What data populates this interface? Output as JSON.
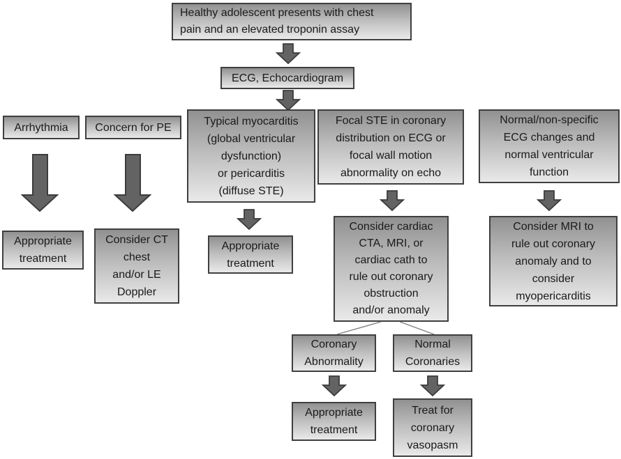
{
  "diagram": {
    "type": "flowchart",
    "colors": {
      "background": "#ffffff",
      "box_border": "#3f3f3f",
      "box_gradient_top": "#919191",
      "box_gradient_bottom": "#e9e9e9",
      "arrow_fill": "#636363",
      "arrow_outline": "#3c3c3c",
      "connector_line": "#7f7f7f",
      "text": "#1a1a1a"
    },
    "nodes": {
      "start": {
        "label": "Healthy adolescent presents with chest\npain and an elevated troponin assay"
      },
      "ecg": {
        "label": "ECG, Echocardiogram"
      },
      "arrhythmia": {
        "label": "Arrhythmia"
      },
      "concern_pe": {
        "label": "Concern for PE"
      },
      "myocarditis": {
        "label": "Typical myocarditis\n(global ventricular\ndysfunction)\nor pericarditis\n(diffuse STE)"
      },
      "focal_ste": {
        "label": "Focal STE in coronary\ndistribution on ECG or\nfocal wall motion\nabnormality on echo"
      },
      "normal_ecg": {
        "label": "Normal/non-specific\nECG changes and\nnormal ventricular\nfunction"
      },
      "treatment_arrhythmia": {
        "label": "Appropriate\ntreatment"
      },
      "ct_chest": {
        "label": "Consider CT\nchest\nand/or LE\nDoppler"
      },
      "treatment_myocarditis": {
        "label": "Appropriate\ntreatment"
      },
      "cardiac_cta": {
        "label": "Consider cardiac\nCTA, MRI, or\ncardiac cath to\nrule out coronary\nobstruction\nand/or anomaly"
      },
      "consider_mri": {
        "label": "Consider MRI to\nrule out coronary\nanomaly and to\nconsider\nmyopericarditis"
      },
      "coronary_abnormality": {
        "label": "Coronary\nAbnormality"
      },
      "normal_coronaries": {
        "label": "Normal\nCoronaries"
      },
      "treatment_coronary": {
        "label": "Appropriate\ntreatment"
      },
      "treat_vasopasm": {
        "label": "Treat for\ncoronary\nvasopasm"
      }
    }
  }
}
